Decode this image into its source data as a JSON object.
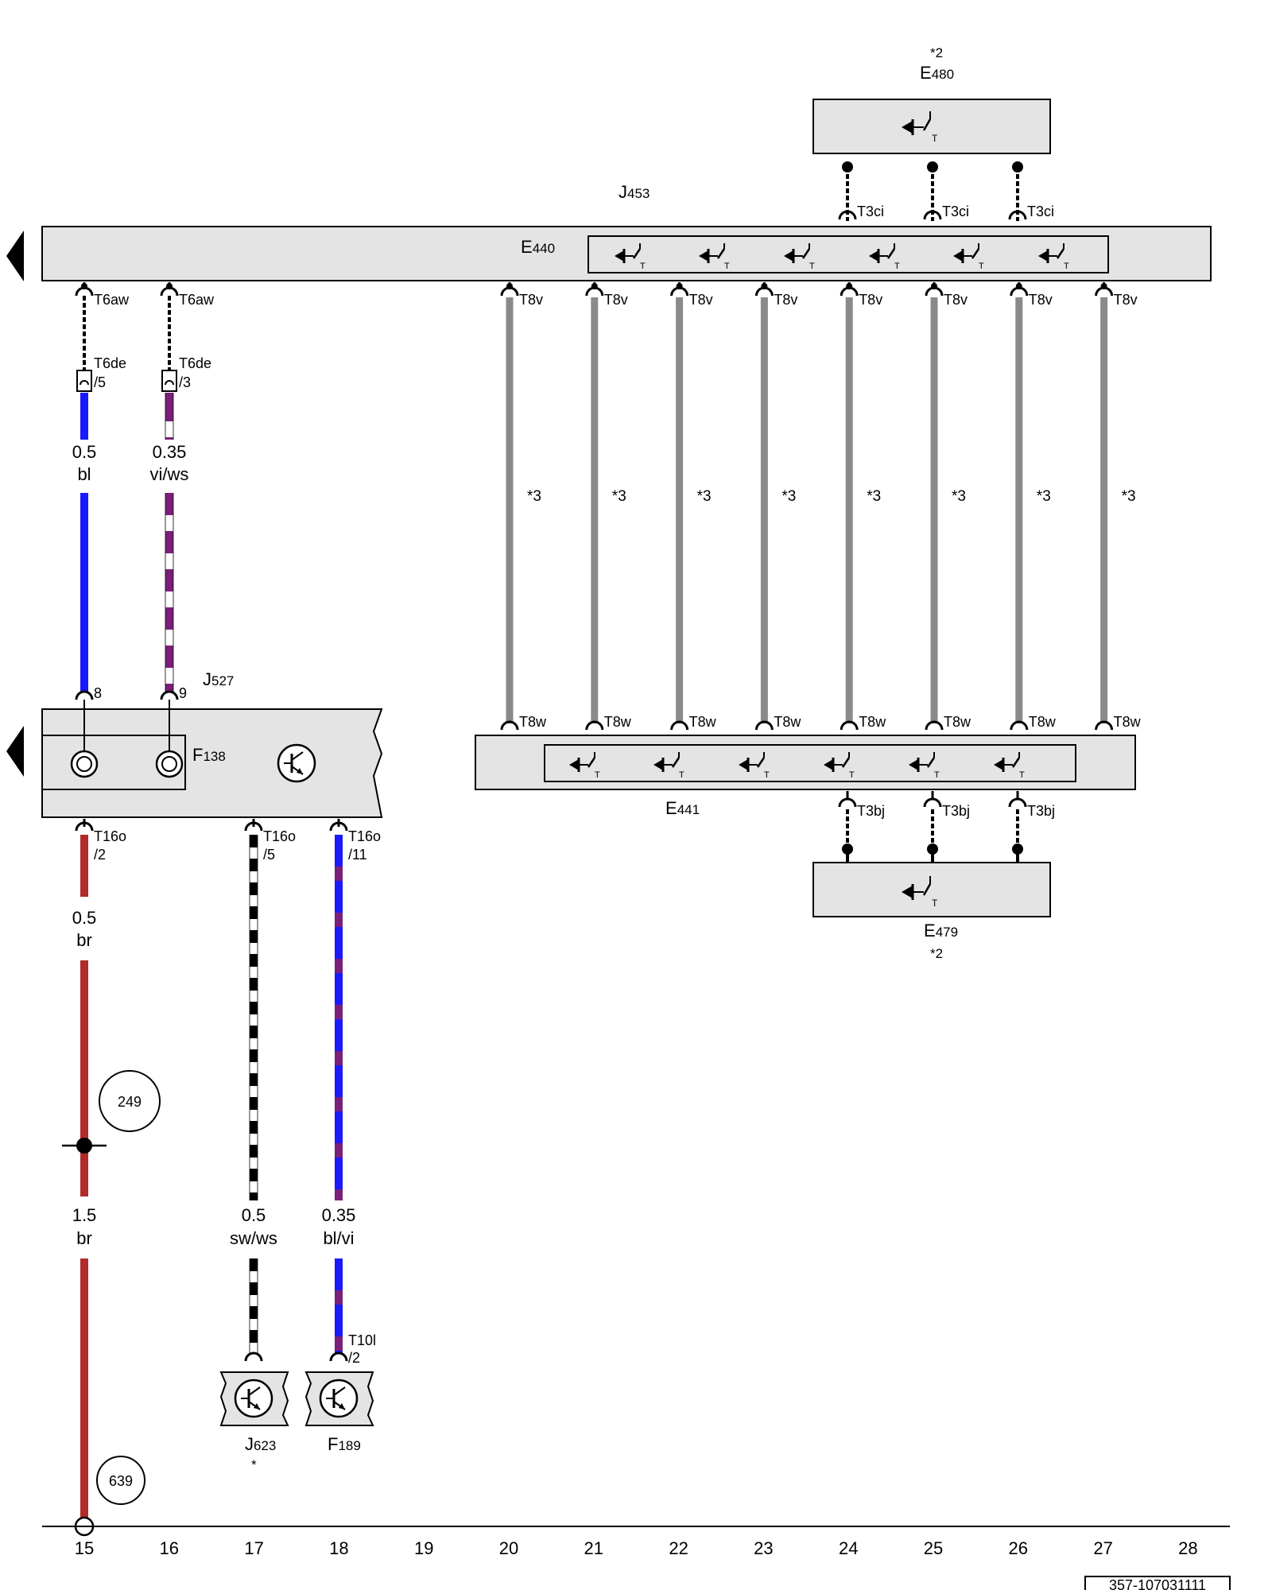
{
  "components": {
    "e480": {
      "prefix": "E",
      "num": "480",
      "note": "*2"
    },
    "j453": {
      "prefix": "J",
      "num": "453"
    },
    "e440": {
      "prefix": "E",
      "num": "440"
    },
    "j527": {
      "prefix": "J",
      "num": "527"
    },
    "f138": {
      "prefix": "F",
      "num": "138"
    },
    "e441": {
      "prefix": "E",
      "num": "441"
    },
    "e479": {
      "prefix": "E",
      "num": "479",
      "note": "*2"
    },
    "j623": {
      "prefix": "J",
      "num": "623",
      "note": "*"
    },
    "f189": {
      "prefix": "F",
      "num": "189"
    }
  },
  "connectors": {
    "t3ci": "T3ci",
    "t6aw": "T6aw",
    "t6de": "T6de",
    "t8v": "T8v",
    "t8w": "T8w",
    "t3bj": "T3bj",
    "t16o": "T16o",
    "t10l": "T10l"
  },
  "pins": {
    "t6de_a": "/5",
    "t6de_b": "/3",
    "j527_a": "8",
    "j527_b": "9",
    "t16o_a": "/2",
    "t16o_b": "/5",
    "t16o_c": "/11",
    "t10l": "/2"
  },
  "wires": {
    "w15_top": {
      "gauge": "0.5",
      "color": "bl"
    },
    "w16_top": {
      "gauge": "0.35",
      "color": "vi/ws"
    },
    "w15_mid": {
      "gauge": "0.5",
      "color": "br"
    },
    "w15_low": {
      "gauge": "1.5",
      "color": "br"
    },
    "w17": {
      "gauge": "0.5",
      "color": "sw/ws"
    },
    "w18": {
      "gauge": "0.35",
      "color": "bl/vi"
    }
  },
  "bus_note": "*3",
  "ground_refs": {
    "a": "249",
    "b": "639"
  },
  "grid_numbers": [
    "15",
    "16",
    "17",
    "18",
    "19",
    "20",
    "21",
    "22",
    "23",
    "24",
    "25",
    "26",
    "27",
    "28"
  ],
  "diagram_id": "357-107031111",
  "colors": {
    "blue": "#1a1aff",
    "violet": "#7a1f7a",
    "brown": "#b22a2a",
    "black": "#000000",
    "white": "#ffffff",
    "grey_wire": "#8a8a8a",
    "box_fill": "#e4e4e4"
  }
}
